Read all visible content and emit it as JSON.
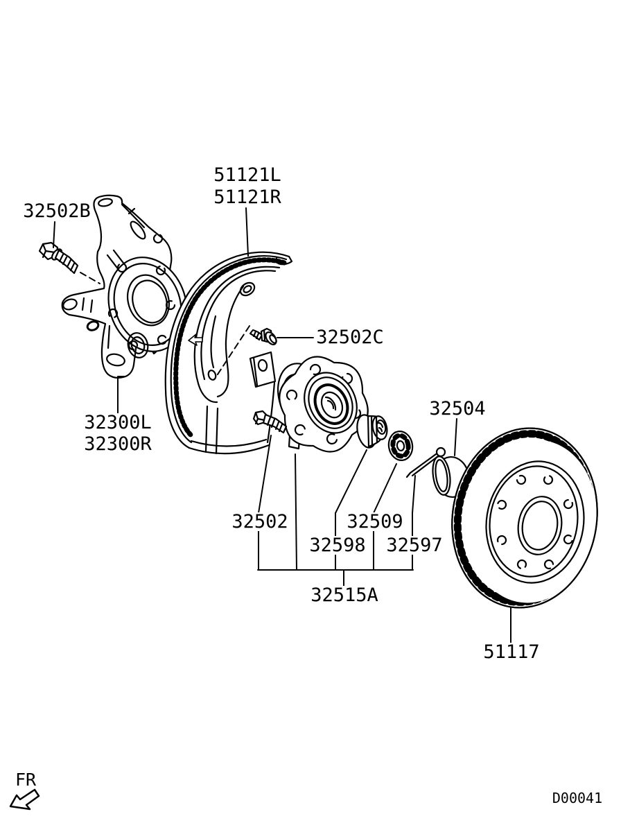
{
  "diagram_code": "D00041",
  "direction_label": "FR",
  "colors": {
    "line": "#000000",
    "background": "#ffffff"
  },
  "icons": {
    "direction_arrow": "hollow-arrow-down-left"
  },
  "parts": {
    "knuckle_bolt": {
      "label": "32502B"
    },
    "dust_shield_left": {
      "label": "51121L"
    },
    "dust_shield_right": {
      "label": "51121R"
    },
    "shield_bolt": {
      "label": "32502C"
    },
    "knuckle_left": {
      "label": "32300L"
    },
    "knuckle_right": {
      "label": "32300R"
    },
    "grease_cap": {
      "label": "32504"
    },
    "hub_bolt": {
      "label": "32502"
    },
    "lock_washer": {
      "label": "32509"
    },
    "bearing_nut": {
      "label": "32598"
    },
    "cotter_pin": {
      "label": "32597"
    },
    "hub_assembly": {
      "label": "32515A"
    },
    "brake_disc": {
      "label": "51117"
    }
  }
}
